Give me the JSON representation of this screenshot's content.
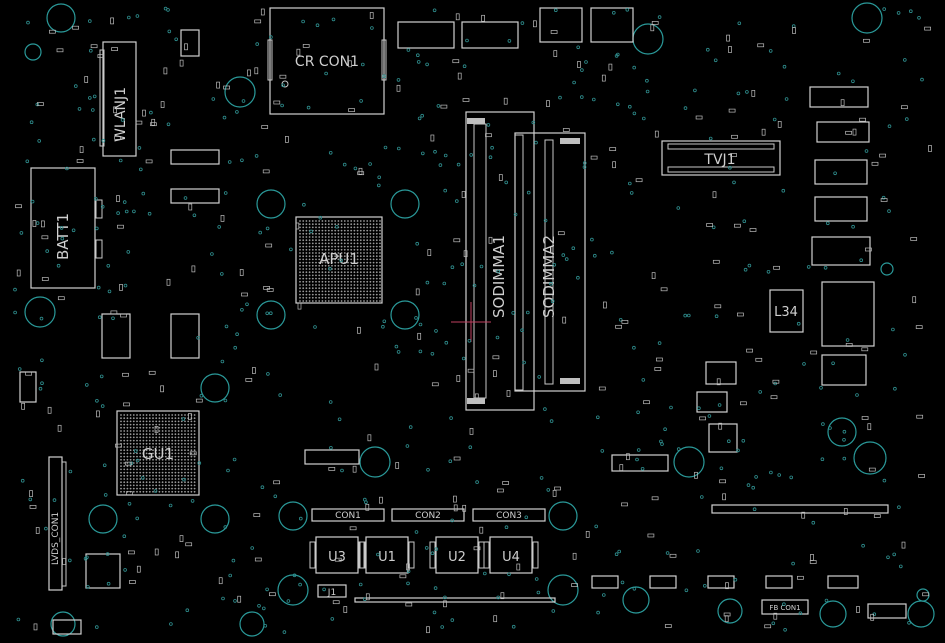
{
  "colors": {
    "background": "#000000",
    "silkscreen": "#cfcfcf",
    "mounting_hole": "#2a9a9a",
    "via": "#2f8f8f",
    "origin_marker": "#c04060"
  },
  "labels": {
    "cr_con1": "CR CON1",
    "wlanj1": "WLANJ1",
    "batt1": "BATT1",
    "apu1": "APU1",
    "sodimma1": "SODIMMA1",
    "sodimma2": "SODIMMA2",
    "tvj1": "TVJ1",
    "l34": "L34",
    "gu1": "GU1",
    "lvds_con1": "LVDS_CON1",
    "con1": "CON1",
    "con2": "CON2",
    "con3": "CON3",
    "u1": "U1",
    "u2": "U2",
    "u3": "U3",
    "u4": "U4",
    "j1": "J1",
    "fb_con1": "FB CON1"
  }
}
